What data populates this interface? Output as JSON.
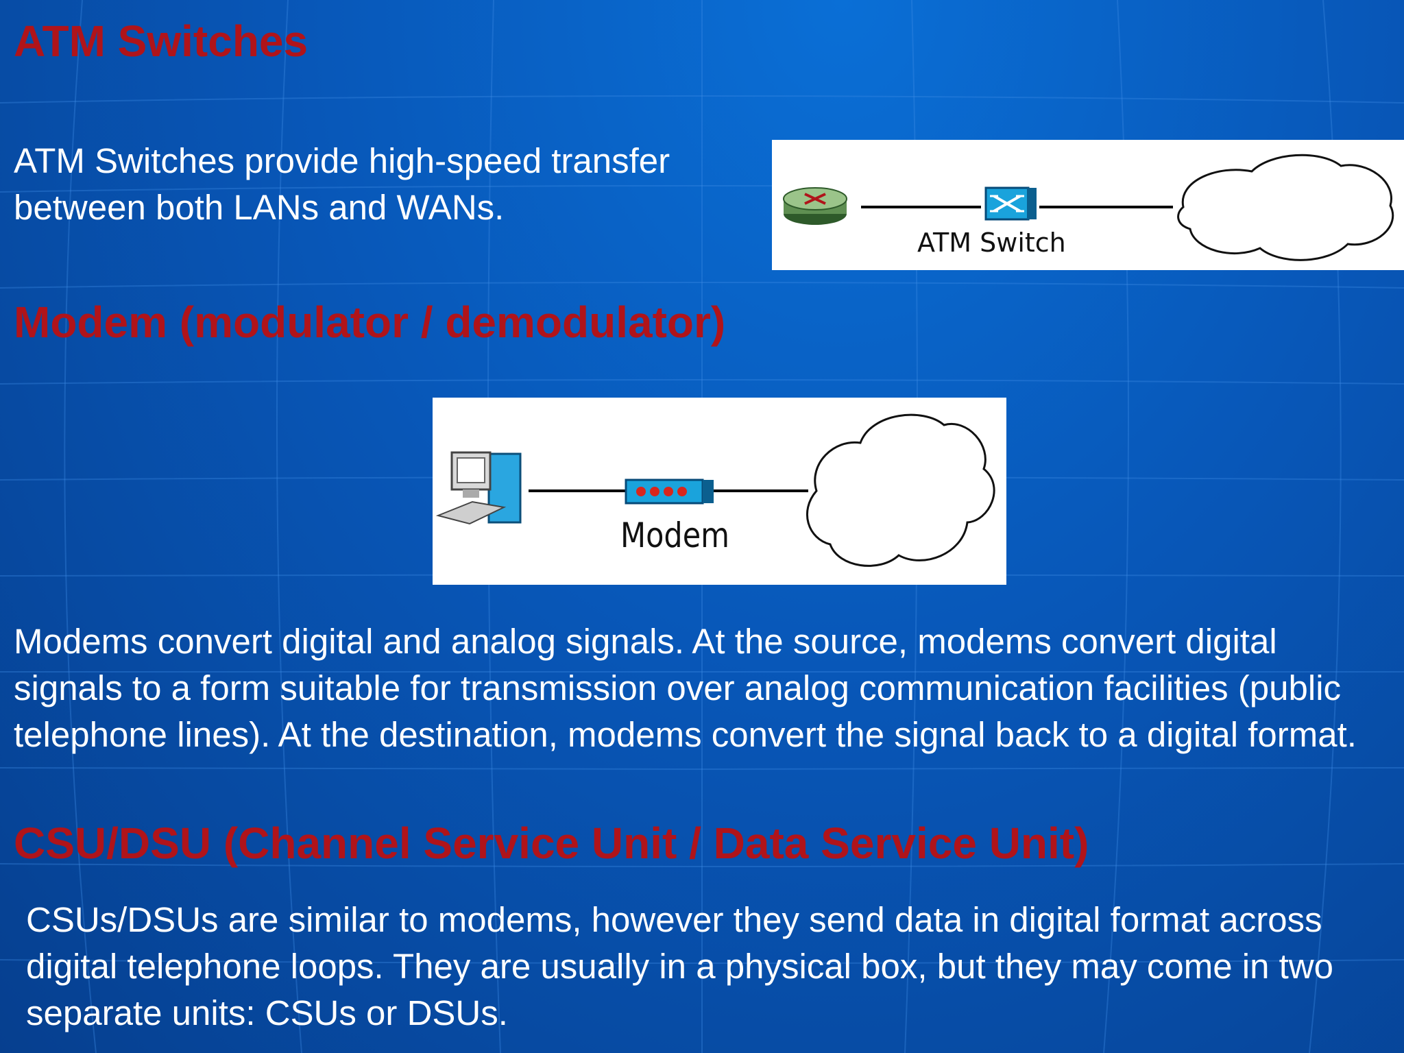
{
  "slide": {
    "sections": [
      {
        "heading": "ATM Switches",
        "body": "ATM Switches provide high-speed transfer between both LANs and WANs.",
        "diagram_label": "ATM Switch"
      },
      {
        "heading": "Modem (modulator / demodulator)",
        "diagram_label": "Modem",
        "body": "Modems convert digital and analog signals. At the source, modems convert digital signals to a form suitable for transmission over analog communication facilities (public telephone lines). At the destination, modems convert the signal back to a digital format."
      },
      {
        "heading": "CSU/DSU (Channel Service Unit / Data Service Unit)",
        "body": "CSUs/DSUs are similar to modems, however they send data in digital format across digital telephone loops. They are usually in a physical box, but they may come in two separate units: CSUs or DSUs."
      }
    ]
  },
  "colors": {
    "heading": "#b0141a",
    "body_text": "#ffffff",
    "background": "#0857b8"
  },
  "icons": [
    "router-icon",
    "atm-switch-icon",
    "network-cloud-icon",
    "computer-icon",
    "modem-icon"
  ]
}
